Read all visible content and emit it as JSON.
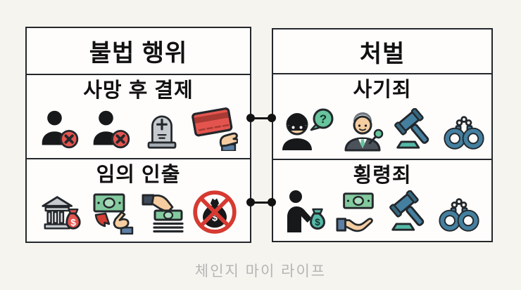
{
  "diagram": {
    "left_table": {
      "header": "불법 행위",
      "rows": [
        {
          "title": "사망 후 결제",
          "icons": [
            "deceased-user-icon",
            "deceased-user-icon",
            "tombstone-icon",
            "card-payment-hand-icon"
          ]
        },
        {
          "title": "임의 인출",
          "icons": [
            "bank-money-bag-icon",
            "cash-decrease-hand-icon",
            "hand-taking-cash-icon",
            "no-money-bag-icon"
          ]
        }
      ]
    },
    "right_table": {
      "header": "처벌",
      "rows": [
        {
          "title": "사기죄",
          "icons": [
            "masked-fraudster-icon",
            "suited-man-icon",
            "gavel-icon",
            "handcuffs-icon"
          ]
        },
        {
          "title": "횡령죄",
          "icons": [
            "silhouette-with-money-bag-icon",
            "hand-offering-cash-icon",
            "gavel-icon",
            "handcuffs-icon"
          ]
        }
      ]
    },
    "footer_credit": "체인지 마이 라이프"
  },
  "glyphs": {
    "dollar": "$",
    "question": "?"
  },
  "colors": {
    "outline": "#23272b",
    "ink": "#17181a",
    "accent_red": "#e4544e",
    "red_dark": "#a83a33",
    "arrow_red": "#d43f35",
    "prohibit_red": "#d63a31",
    "money_green": "#82ca9e",
    "money_green_light": "#a8dcbb",
    "bubble_green": "#67c49d",
    "steel_blue": "#447f9f",
    "steel_blue_dark": "#35677f",
    "teal": "#55b9a7",
    "skin": "#f5cda1",
    "sleeve_blue": "#5c7fa3",
    "slate": "#3f4a5a",
    "suit_gray": "#4b525a",
    "hair_gray": "#70767e",
    "icon_gray": "#c6cacf",
    "icon_gray_light": "#dadde0",
    "icon_gray_dark": "#a7adb4",
    "cell_bg": "#fefdfb",
    "canvas_bg": "#f6f4ef",
    "footer_text": "#b5b5b5",
    "connector": "#121212"
  }
}
